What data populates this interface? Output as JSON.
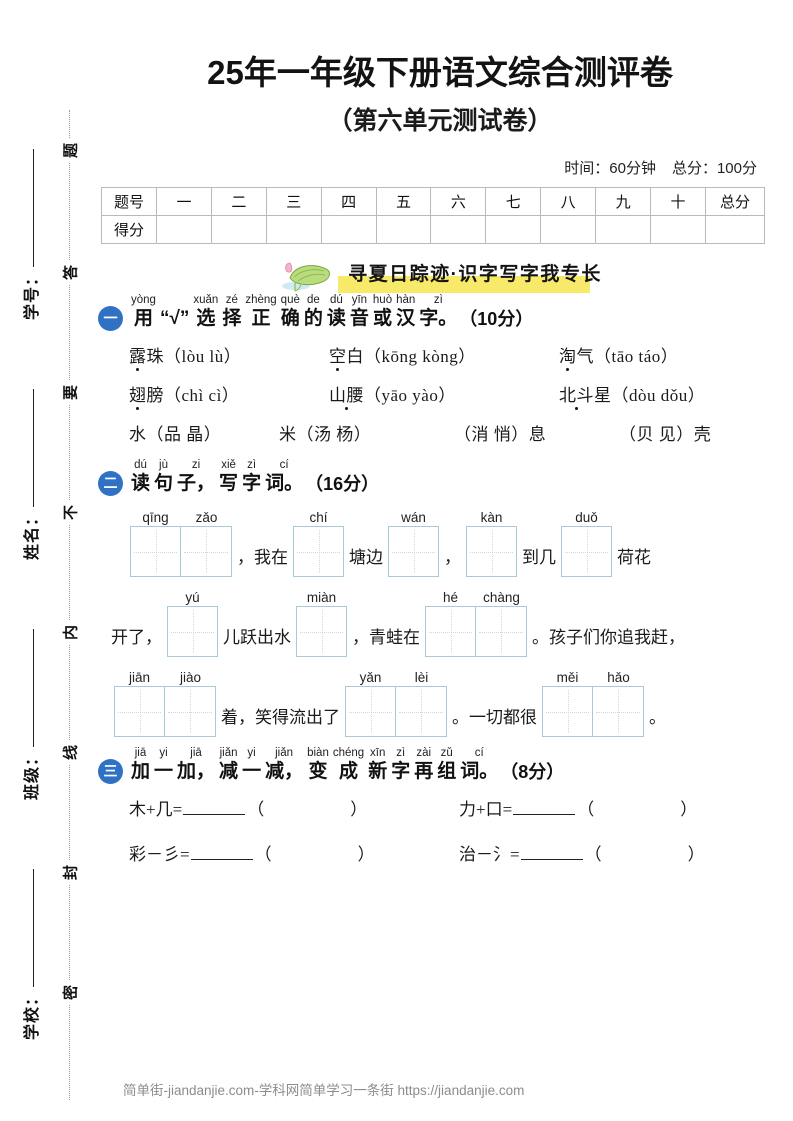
{
  "header": {
    "title": "25年一年级下册语文综合测评卷",
    "subtitle": "（第六单元测试卷）",
    "time_label": "时间：60分钟",
    "total_label": "总分：100分"
  },
  "student_info": {
    "fields": [
      {
        "label": "学号："
      },
      {
        "label": "姓名："
      },
      {
        "label": "班级："
      },
      {
        "label": "学校："
      }
    ]
  },
  "seal": {
    "chars": [
      "题",
      "答",
      "要",
      "不",
      "内",
      "线",
      "封",
      "密"
    ]
  },
  "score_table": {
    "row_headers": [
      "题号",
      "得分"
    ],
    "columns": [
      "一",
      "二",
      "三",
      "四",
      "五",
      "六",
      "七",
      "八",
      "九",
      "十"
    ],
    "total_header": "总分",
    "scores": [
      "",
      "",
      "",
      "",
      "",
      "",
      "",
      "",
      "",
      ""
    ],
    "total_score": ""
  },
  "banner": {
    "text": "寻夏日踪迹·识字写字我专长",
    "highlight_color": "#f7e96a"
  },
  "questions": [
    {
      "number": "一",
      "score": "（10分）",
      "pinyin_title": [
        {
          "py": "yòng",
          "hz": "用"
        },
        {
          "py": "",
          "hz": "“√”"
        },
        {
          "py": "xuǎn",
          "hz": "选"
        },
        {
          "py": "zé",
          "hz": "择"
        },
        {
          "py": "zhèng",
          "hz": "正"
        },
        {
          "py": "què",
          "hz": "确"
        },
        {
          "py": "de",
          "hz": "的"
        },
        {
          "py": "dú",
          "hz": "读"
        },
        {
          "py": "yīn",
          "hz": "音"
        },
        {
          "py": "huò",
          "hz": "或"
        },
        {
          "py": "hàn",
          "hz": "汉"
        },
        {
          "py": "zì",
          "hz": "字。"
        }
      ],
      "choice_rows": [
        [
          {
            "pre": "露",
            "dotted": true,
            "post": "珠（lòu   lù）"
          },
          {
            "pre": "空",
            "dotted": true,
            "post": "白（kōng   kòng）"
          },
          {
            "pre": "淘",
            "dotted": true,
            "post": "气（tāo   táo）"
          }
        ],
        [
          {
            "pre": "翅",
            "dotted": true,
            "post": "膀（chì   cì）"
          },
          {
            "pre": "山腰",
            "dotted": true,
            "post": "（yāo   yào）"
          },
          {
            "pre": "北斗",
            "dotted": true,
            "post": "星（dòu   dǒu）"
          }
        ],
        [
          {
            "pre": "",
            "dotted": false,
            "post": "水（品   晶）"
          },
          {
            "pre": "",
            "dotted": false,
            "post": "米（汤   杨）"
          },
          {
            "pre": "",
            "dotted": false,
            "post": "（消   悄）息"
          },
          {
            "pre": "",
            "dotted": false,
            "post": "（贝   见）壳"
          }
        ]
      ]
    },
    {
      "number": "二",
      "score": "（16分）",
      "pinyin_title": [
        {
          "py": "dú",
          "hz": "读"
        },
        {
          "py": "jù",
          "hz": "句"
        },
        {
          "py": "zi",
          "hz": "子，"
        },
        {
          "py": "xiě",
          "hz": "写"
        },
        {
          "py": "zì",
          "hz": "字"
        },
        {
          "py": "cí",
          "hz": "词。"
        }
      ],
      "write_lines": [
        [
          {
            "kind": "grid",
            "pinyin": [
              "qīng",
              "zǎo"
            ]
          },
          {
            "kind": "text",
            "text": "，我在"
          },
          {
            "kind": "grid",
            "pinyin": [
              "chí"
            ]
          },
          {
            "kind": "text",
            "text": "塘边"
          },
          {
            "kind": "grid",
            "pinyin": [
              "wán"
            ]
          },
          {
            "kind": "text",
            "text": "，"
          },
          {
            "kind": "grid",
            "pinyin": [
              "kàn"
            ]
          },
          {
            "kind": "text",
            "text": "到几"
          },
          {
            "kind": "grid",
            "pinyin": [
              "duǒ"
            ]
          },
          {
            "kind": "text",
            "text": "荷花"
          }
        ],
        [
          {
            "kind": "text",
            "text": "开了，"
          },
          {
            "kind": "grid",
            "pinyin": [
              "yú"
            ]
          },
          {
            "kind": "text",
            "text": "儿跃出水"
          },
          {
            "kind": "grid",
            "pinyin": [
              "miàn"
            ]
          },
          {
            "kind": "text",
            "text": "，青蛙在"
          },
          {
            "kind": "grid",
            "pinyin": [
              "hé",
              "chàng"
            ]
          },
          {
            "kind": "text",
            "text": "。孩子们你追我赶，"
          }
        ],
        [
          {
            "kind": "grid",
            "pinyin": [
              "jiān",
              "jiào"
            ]
          },
          {
            "kind": "text",
            "text": "着，笑得流出了"
          },
          {
            "kind": "grid",
            "pinyin": [
              "yǎn",
              "lèi"
            ]
          },
          {
            "kind": "text",
            "text": "。一切都很"
          },
          {
            "kind": "grid",
            "pinyin": [
              "měi",
              "hǎo"
            ]
          },
          {
            "kind": "text",
            "text": "。"
          }
        ]
      ]
    },
    {
      "number": "三",
      "score": "（8分）",
      "pinyin_title": [
        {
          "py": "jiā",
          "hz": "加"
        },
        {
          "py": "yi",
          "hz": "一"
        },
        {
          "py": "jiā",
          "hz": "加，"
        },
        {
          "py": "jiǎn",
          "hz": "减"
        },
        {
          "py": "yi",
          "hz": "一"
        },
        {
          "py": "jiǎn",
          "hz": "减，"
        },
        {
          "py": "biàn",
          "hz": "变"
        },
        {
          "py": "chéng",
          "hz": "成"
        },
        {
          "py": "xīn",
          "hz": "新"
        },
        {
          "py": "zì",
          "hz": "字"
        },
        {
          "py": "zài",
          "hz": "再"
        },
        {
          "py": "zǔ",
          "hz": "组"
        },
        {
          "py": "cí",
          "hz": "词。"
        }
      ],
      "addsub_rows": [
        [
          {
            "expr": "木+几="
          },
          {
            "expr": "力+口="
          }
        ],
        [
          {
            "expr": "彩－彡="
          },
          {
            "expr": "治－氵="
          }
        ]
      ]
    }
  ],
  "footer": {
    "text": "简单街-jiandanjie.com-学科网简单学习一条街 https://jiandanjie.com"
  }
}
